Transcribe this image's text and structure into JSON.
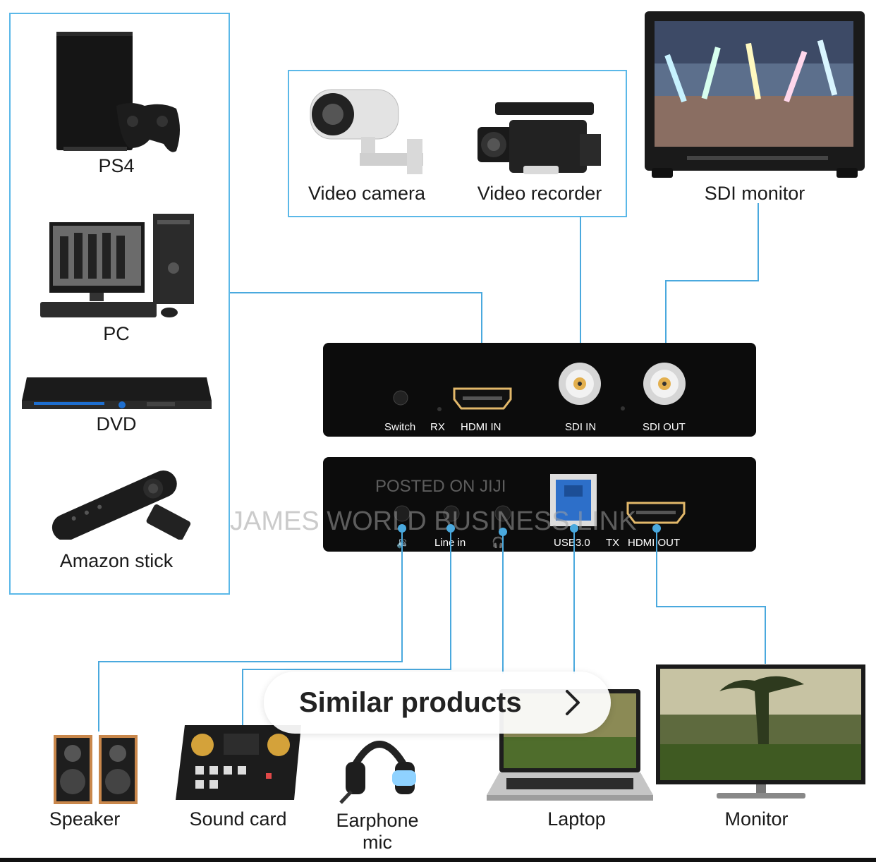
{
  "labels": {
    "ps4": "PS4",
    "pc": "PC",
    "dvd": "DVD",
    "amazon_stick": "Amazon stick",
    "video_camera": "Video camera",
    "video_recorder": "Video recorder",
    "sdi_monitor": "SDI monitor",
    "speaker": "Speaker",
    "sound_card": "Sound card",
    "earphone_mic": "Earphone mic",
    "laptop": "Laptop",
    "monitor": "Monitor"
  },
  "front_panel": {
    "switch": "Switch",
    "rx": "RX",
    "hdmi_in": "HDMI IN",
    "sdi_in": "SDI IN",
    "sdi_out": "SDI OUT"
  },
  "back_panel": {
    "line_in": "Line in",
    "usb": "USB3.0",
    "tx": "TX",
    "hdmi_out": "HDMI OUT"
  },
  "watermark": {
    "posted": "POSTED ON JIJI",
    "seller": "JAMES WORLD BUSINESS LINK"
  },
  "similar_products": {
    "label": "Similar products"
  },
  "colors": {
    "wire": "#4aa9de",
    "box_border": "#5bb8e8",
    "panel": "#0c0c0c"
  }
}
